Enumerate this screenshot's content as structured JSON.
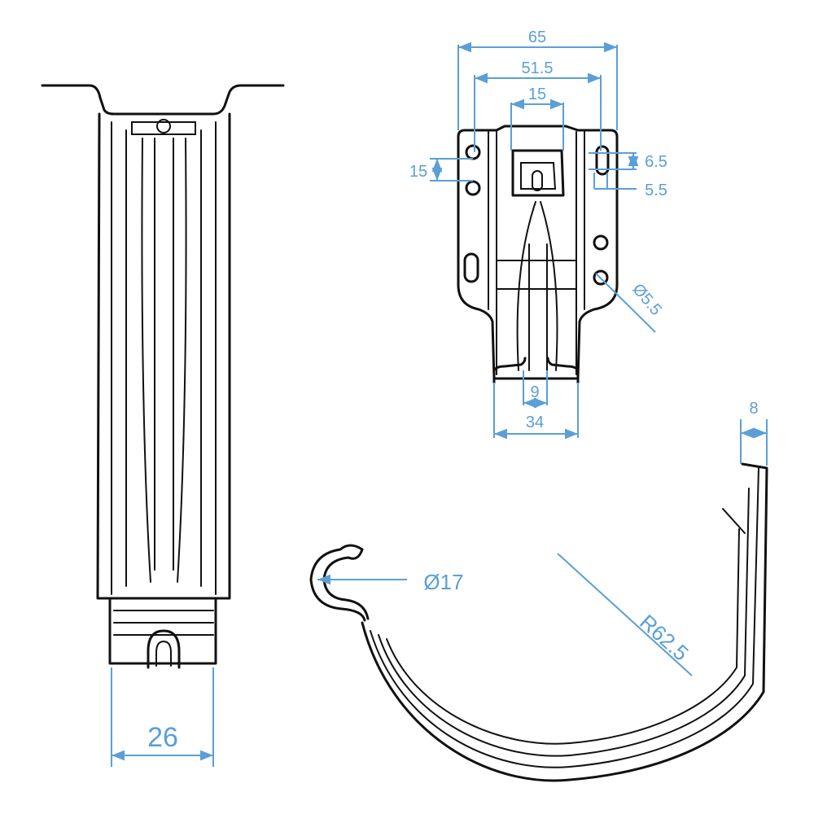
{
  "colors": {
    "dimension": "#5b9fd6",
    "outline": "#111111"
  },
  "side_view": {
    "width_label": "26"
  },
  "top_plate": {
    "overall_width": "65",
    "hole_spacing": "51.5",
    "center_width": "15",
    "hole_pitch": "15",
    "slot_length": "6.5",
    "slot_width": "5.5",
    "hole_diameter": "Ø5.5",
    "groove_width": "9",
    "tail_width": "34"
  },
  "hook_view": {
    "bead_diameter": "Ø17",
    "radius": "R62.5",
    "flange_width": "8"
  }
}
